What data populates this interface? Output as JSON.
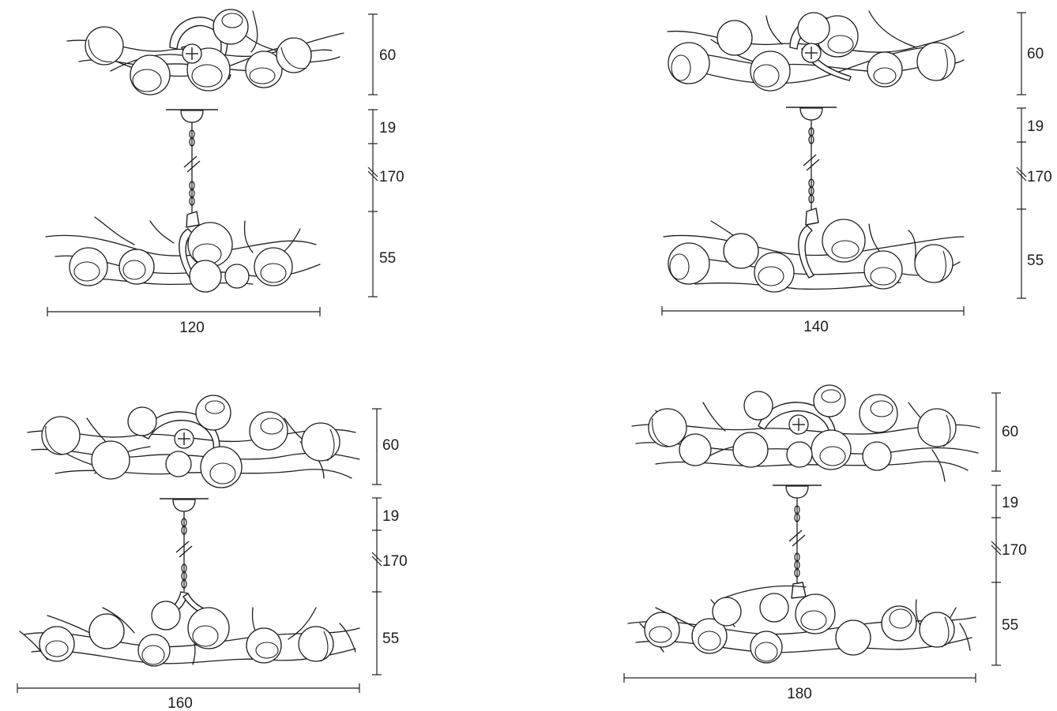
{
  "variants": [
    {
      "width_label": "120",
      "top_height_label": "60",
      "drop_label": "19",
      "chain_label": "170",
      "body_height_label": "55"
    },
    {
      "width_label": "140",
      "top_height_label": "60",
      "drop_label": "19",
      "chain_label": "170",
      "body_height_label": "55"
    },
    {
      "width_label": "160",
      "top_height_label": "60",
      "drop_label": "19",
      "chain_label": "170",
      "body_height_label": "55"
    },
    {
      "width_label": "180",
      "top_height_label": "60",
      "drop_label": "19",
      "chain_label": "170",
      "body_height_label": "55"
    }
  ],
  "colors": {
    "line": "#1e1e1e",
    "background": "#ffffff"
  },
  "icons": {
    "center": "crosshair-circle-icon",
    "break": "break-mark-icon"
  }
}
